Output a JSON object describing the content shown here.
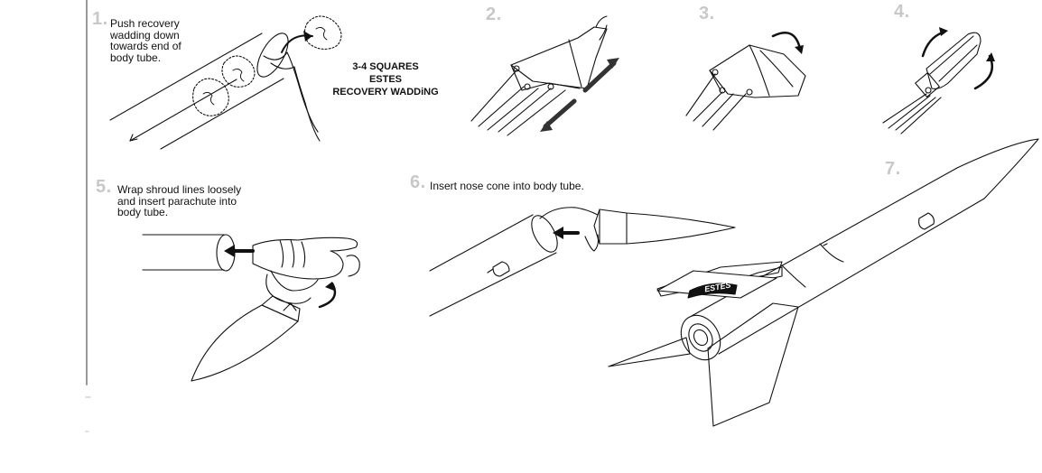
{
  "steps": [
    {
      "number": "1.",
      "text": "Push recovery\n  wadding down\n  towards end of\nbody tube."
    },
    {
      "number": "2.",
      "text": ""
    },
    {
      "number": "3.",
      "text": ""
    },
    {
      "number": "4.",
      "text": ""
    },
    {
      "number": "5.",
      "text": "Wrap shroud lines loosely\nand insert parachute into\nbody tube."
    },
    {
      "number": "6.",
      "text": "Insert nose cone into body tube."
    },
    {
      "number": "7.",
      "text": ""
    }
  ],
  "callout": {
    "line1": "3-4 SQUARES",
    "line2": "ESTES",
    "line3": "RECOVERY WADDiNG"
  },
  "decal": {
    "brand": "ESTES"
  },
  "colors": {
    "ink": "#111111",
    "number_gray": "#c8c8c8",
    "arrow_dark": "#333333",
    "divider": "#999999"
  }
}
